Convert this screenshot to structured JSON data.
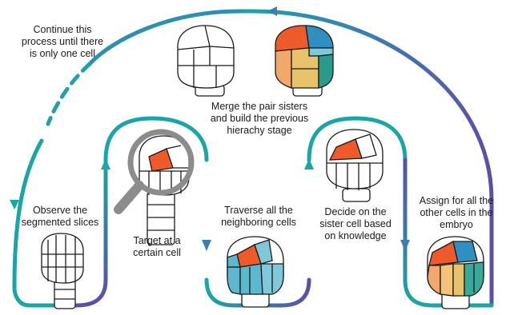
{
  "labels": {
    "continue": "Continue this\nprocess until there\nis only one cell",
    "merge": "Merge the pair sisters\nand build the previous\nhierachy stage",
    "observe": "Observe the\nsegmented slices",
    "target": "Target at a\ncertain cell",
    "traverse": "Traverse all the\nneighboring cells",
    "decide": "Decide on the\nsister cell based\non knowledge",
    "assign": "Assign for all the\nother cells in the\nembryo"
  },
  "colors": {
    "path_teal": "#1aa6a6",
    "path_purple": "#5b4fa8",
    "highlight_cell": "#ee5a2a",
    "neighbor_cell": "#5cb8cf",
    "outline": "#1a1a1a",
    "magnifier": "#8c8c8c"
  },
  "icons": {
    "magnifier": "magnifying-glass-icon"
  }
}
